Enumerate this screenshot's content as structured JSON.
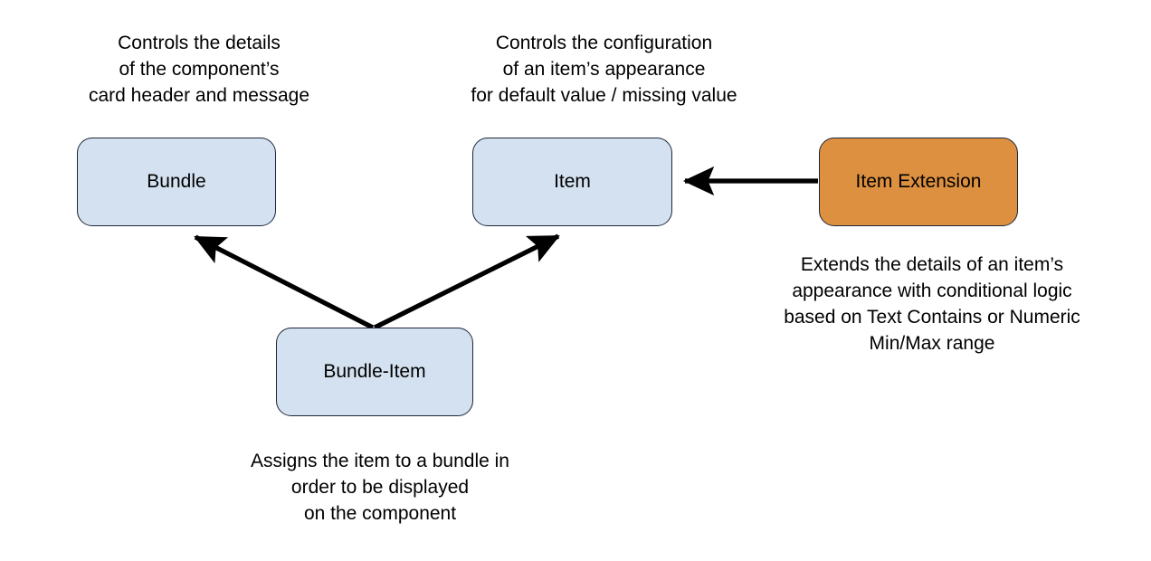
{
  "diagram": {
    "title": "Bundle / Item entity relationship diagram",
    "colors": {
      "entity_fill": "#d4e1f0",
      "extension_fill": "#dd9040",
      "entity_border": "#1d2738",
      "arrow": "#000000",
      "background": "#ffffff",
      "text": "#000000"
    },
    "nodes": [
      {
        "id": "bundle",
        "label": "Bundle",
        "kind": "entity"
      },
      {
        "id": "item",
        "label": "Item",
        "kind": "entity"
      },
      {
        "id": "item_ext",
        "label": "Item Extension",
        "kind": "extension"
      },
      {
        "id": "bundle_item",
        "label": "Bundle-Item",
        "kind": "entity"
      }
    ],
    "notes": {
      "bundle": {
        "lines": [
          "Controls the details",
          "of the component’s",
          "card header and message"
        ]
      },
      "item": {
        "lines": [
          "Controls the configuration",
          "of an item’s appearance",
          "for default value / missing value"
        ]
      },
      "item_ext": {
        "lines": [
          "Extends the details of an item’s",
          "appearance with conditional logic",
          "based on Text Contains or Numeric",
          "Min/Max range"
        ]
      },
      "bundle_item": {
        "lines": [
          "Assigns the item to a bundle in",
          "order to be displayed",
          "on the component"
        ]
      }
    },
    "edges": [
      {
        "id": "bundle-item-to-bundle",
        "from": "bundle_item",
        "to": "bundle",
        "style": "solid-arrow"
      },
      {
        "id": "bundle-item-to-item",
        "from": "bundle_item",
        "to": "item",
        "style": "solid-arrow"
      },
      {
        "id": "item-ext-to-item",
        "from": "item_ext",
        "to": "item",
        "style": "solid-arrow"
      }
    ]
  }
}
